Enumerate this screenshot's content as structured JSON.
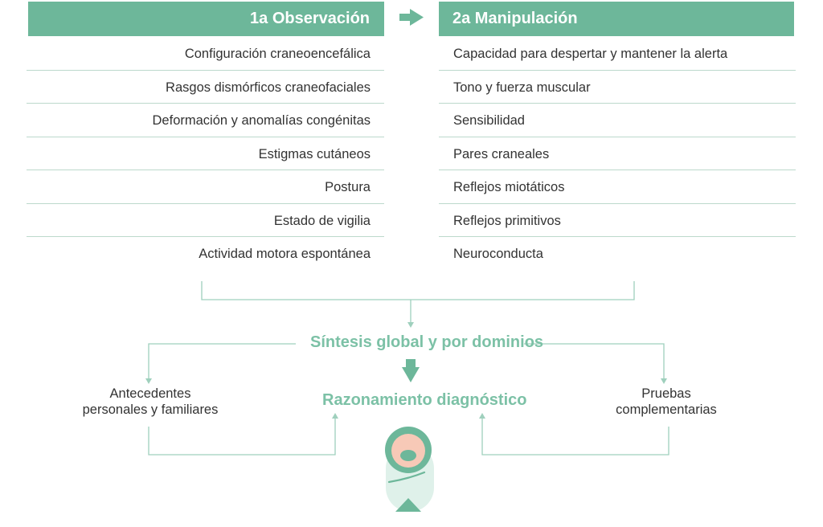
{
  "observation": {
    "title": "1a Observación",
    "items": [
      "Configuración craneoencefálica",
      "Rasgos dismórficos craneofaciales",
      "Deformación y anomalías congénitas",
      "Estigmas cutáneos",
      "Postura",
      "Estado de vigilia",
      "Actividad motora espontánea"
    ]
  },
  "manipulation": {
    "title": "2a Manipulación",
    "items": [
      "Capacidad para despertar y mantener la alerta",
      "Tono y fuerza muscular",
      "Sensibilidad",
      "Pares craneales",
      "Reflejos miotáticos",
      "Reflejos primitivos",
      "Neuroconducta"
    ]
  },
  "synthesis": {
    "label": "Síntesis global y por dominios"
  },
  "reasoning": {
    "label": "Razonamiento diagnóstico"
  },
  "history": {
    "line1": "Antecedentes",
    "line2": "personales y familiares"
  },
  "tests": {
    "line1": "Pruebas",
    "line2": "complementarias"
  },
  "colors": {
    "accent": "#6db79a",
    "line": "#9fd0bd",
    "skin": "#f7c9b7",
    "swaddle": "#dff1ea"
  },
  "icons": {
    "flow_arrow": "right-arrow-icon",
    "down_arrow": "down-arrow-icon",
    "baby": "swaddled-baby-icon"
  }
}
